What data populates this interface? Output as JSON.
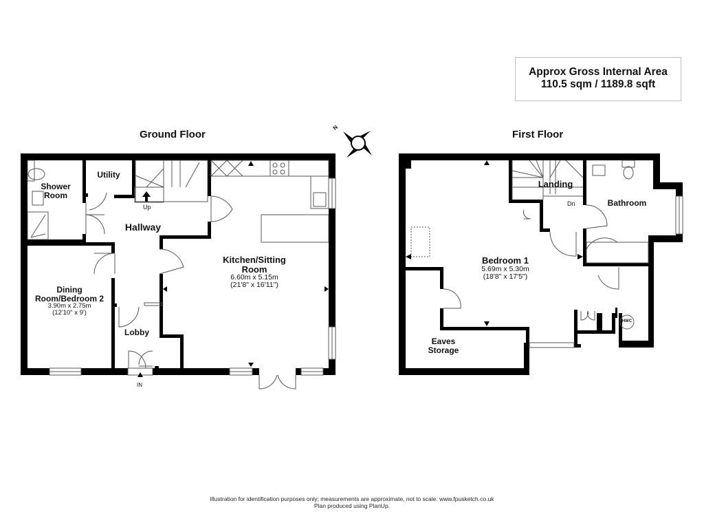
{
  "area_box": {
    "line1": "Approx Gross Internal Area",
    "line2": "110.5 sqm / 1189.8 sqft"
  },
  "floors": {
    "ground": {
      "title": "Ground Floor",
      "rooms": {
        "shower_room": {
          "name_line1": "Shower",
          "name_line2": "Room"
        },
        "utility": {
          "name": "Utility"
        },
        "hallway": {
          "name": "Hallway"
        },
        "stairs_label": "Up",
        "kitchen": {
          "name_line1": "Kitchen/Sitting",
          "name_line2": "Room",
          "dims_metric": "6.60m x 5.15m",
          "dims_imperial": "(21'8\" x 16'11\")"
        },
        "dining": {
          "name_line1": "Dining",
          "name_line2": "Room/Bedroom 2",
          "dims_metric": "3.90m x 2.75m",
          "dims_imperial": "(12'10\" x 9')"
        },
        "lobby": {
          "name": "Lobby"
        },
        "entrance_label": "IN"
      }
    },
    "first": {
      "title": "First Floor",
      "rooms": {
        "landing": {
          "name": "Landing"
        },
        "stairs_label": "Dn",
        "bathroom": {
          "name": "Bathroom"
        },
        "bedroom1": {
          "name": "Bedroom 1",
          "dims_metric": "5.69m x 5.30m",
          "dims_imperial": "(18'8\" x 17'5\")"
        },
        "eaves": {
          "name_line1": "Eaves",
          "name_line2": "Storage"
        },
        "hwc_label": "HWC"
      }
    }
  },
  "compass": {
    "north_label": "N"
  },
  "footer": {
    "line1": "Illustration for identification purposes only; measurements are approximate, not to scale. www.fpusketch.co.uk",
    "line2": "Plan produced using PlanUp."
  }
}
